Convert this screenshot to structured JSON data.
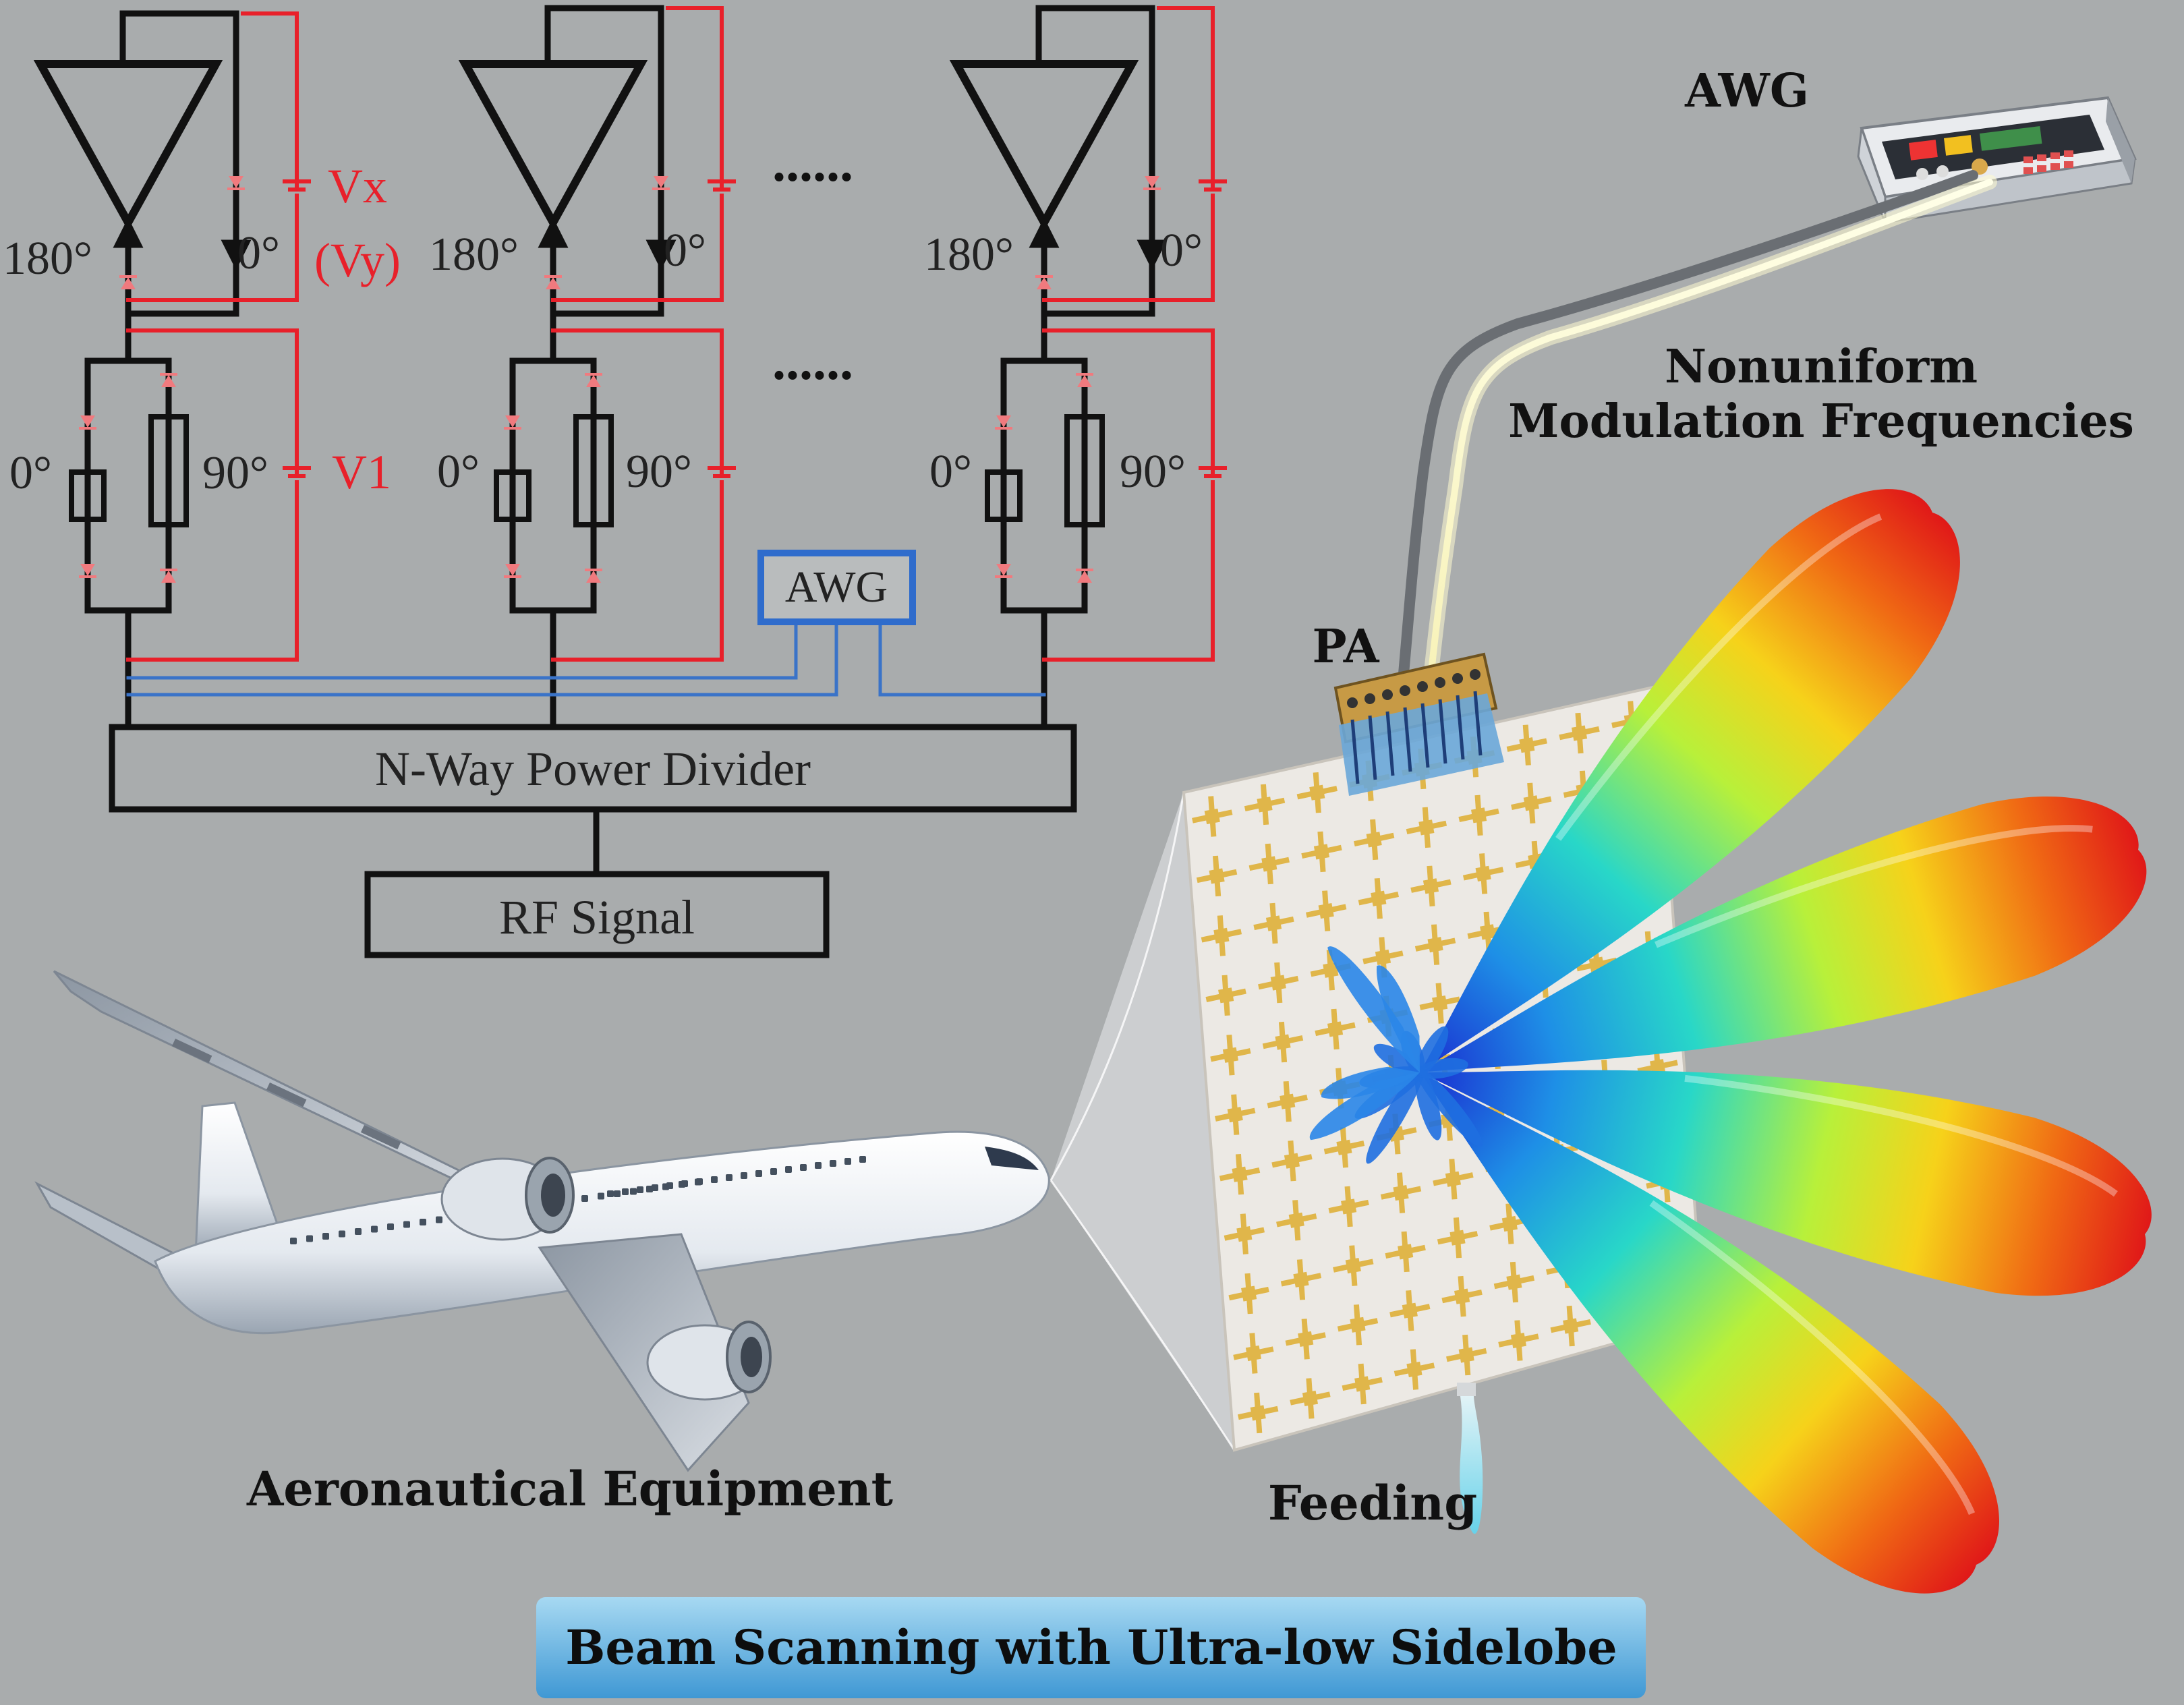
{
  "colors": {
    "background": "#a9acad",
    "wire_black": "#111111",
    "wire_red": "#e8202a",
    "wire_blue": "#3a73c8",
    "diode_pink": "#f07a7e",
    "awg_box": "#2f6ccc",
    "panel": "#ece9e4",
    "patch": "#e0b64a",
    "banner_top": "#9fd4f0",
    "banner_bottom": "#3f9bd6"
  },
  "circuit": {
    "phase_180": "180°",
    "phase_0": "0°",
    "phase_90": "90°",
    "vx": "Vx",
    "vy": "(Vy)",
    "v1": "V1",
    "ellipsis": "......",
    "awg_label": "AWG",
    "divider_label": "N-Way Power Divider",
    "rf_label": "RF Signal"
  },
  "labels": {
    "awg_device": "AWG",
    "modulation_line1": "Nonuniform",
    "modulation_line2": "Modulation Frequencies",
    "pa": "PA",
    "feeding": "Feeding",
    "aeronautical": "Aeronautical Equipment",
    "banner": "Beam Scanning with Ultra-low Sidelobe"
  },
  "icons": {
    "aircraft": "airplane-icon",
    "generator": "signal-generator-icon",
    "array": "metasurface-array-icon",
    "beams": "radiation-beam-icon"
  }
}
